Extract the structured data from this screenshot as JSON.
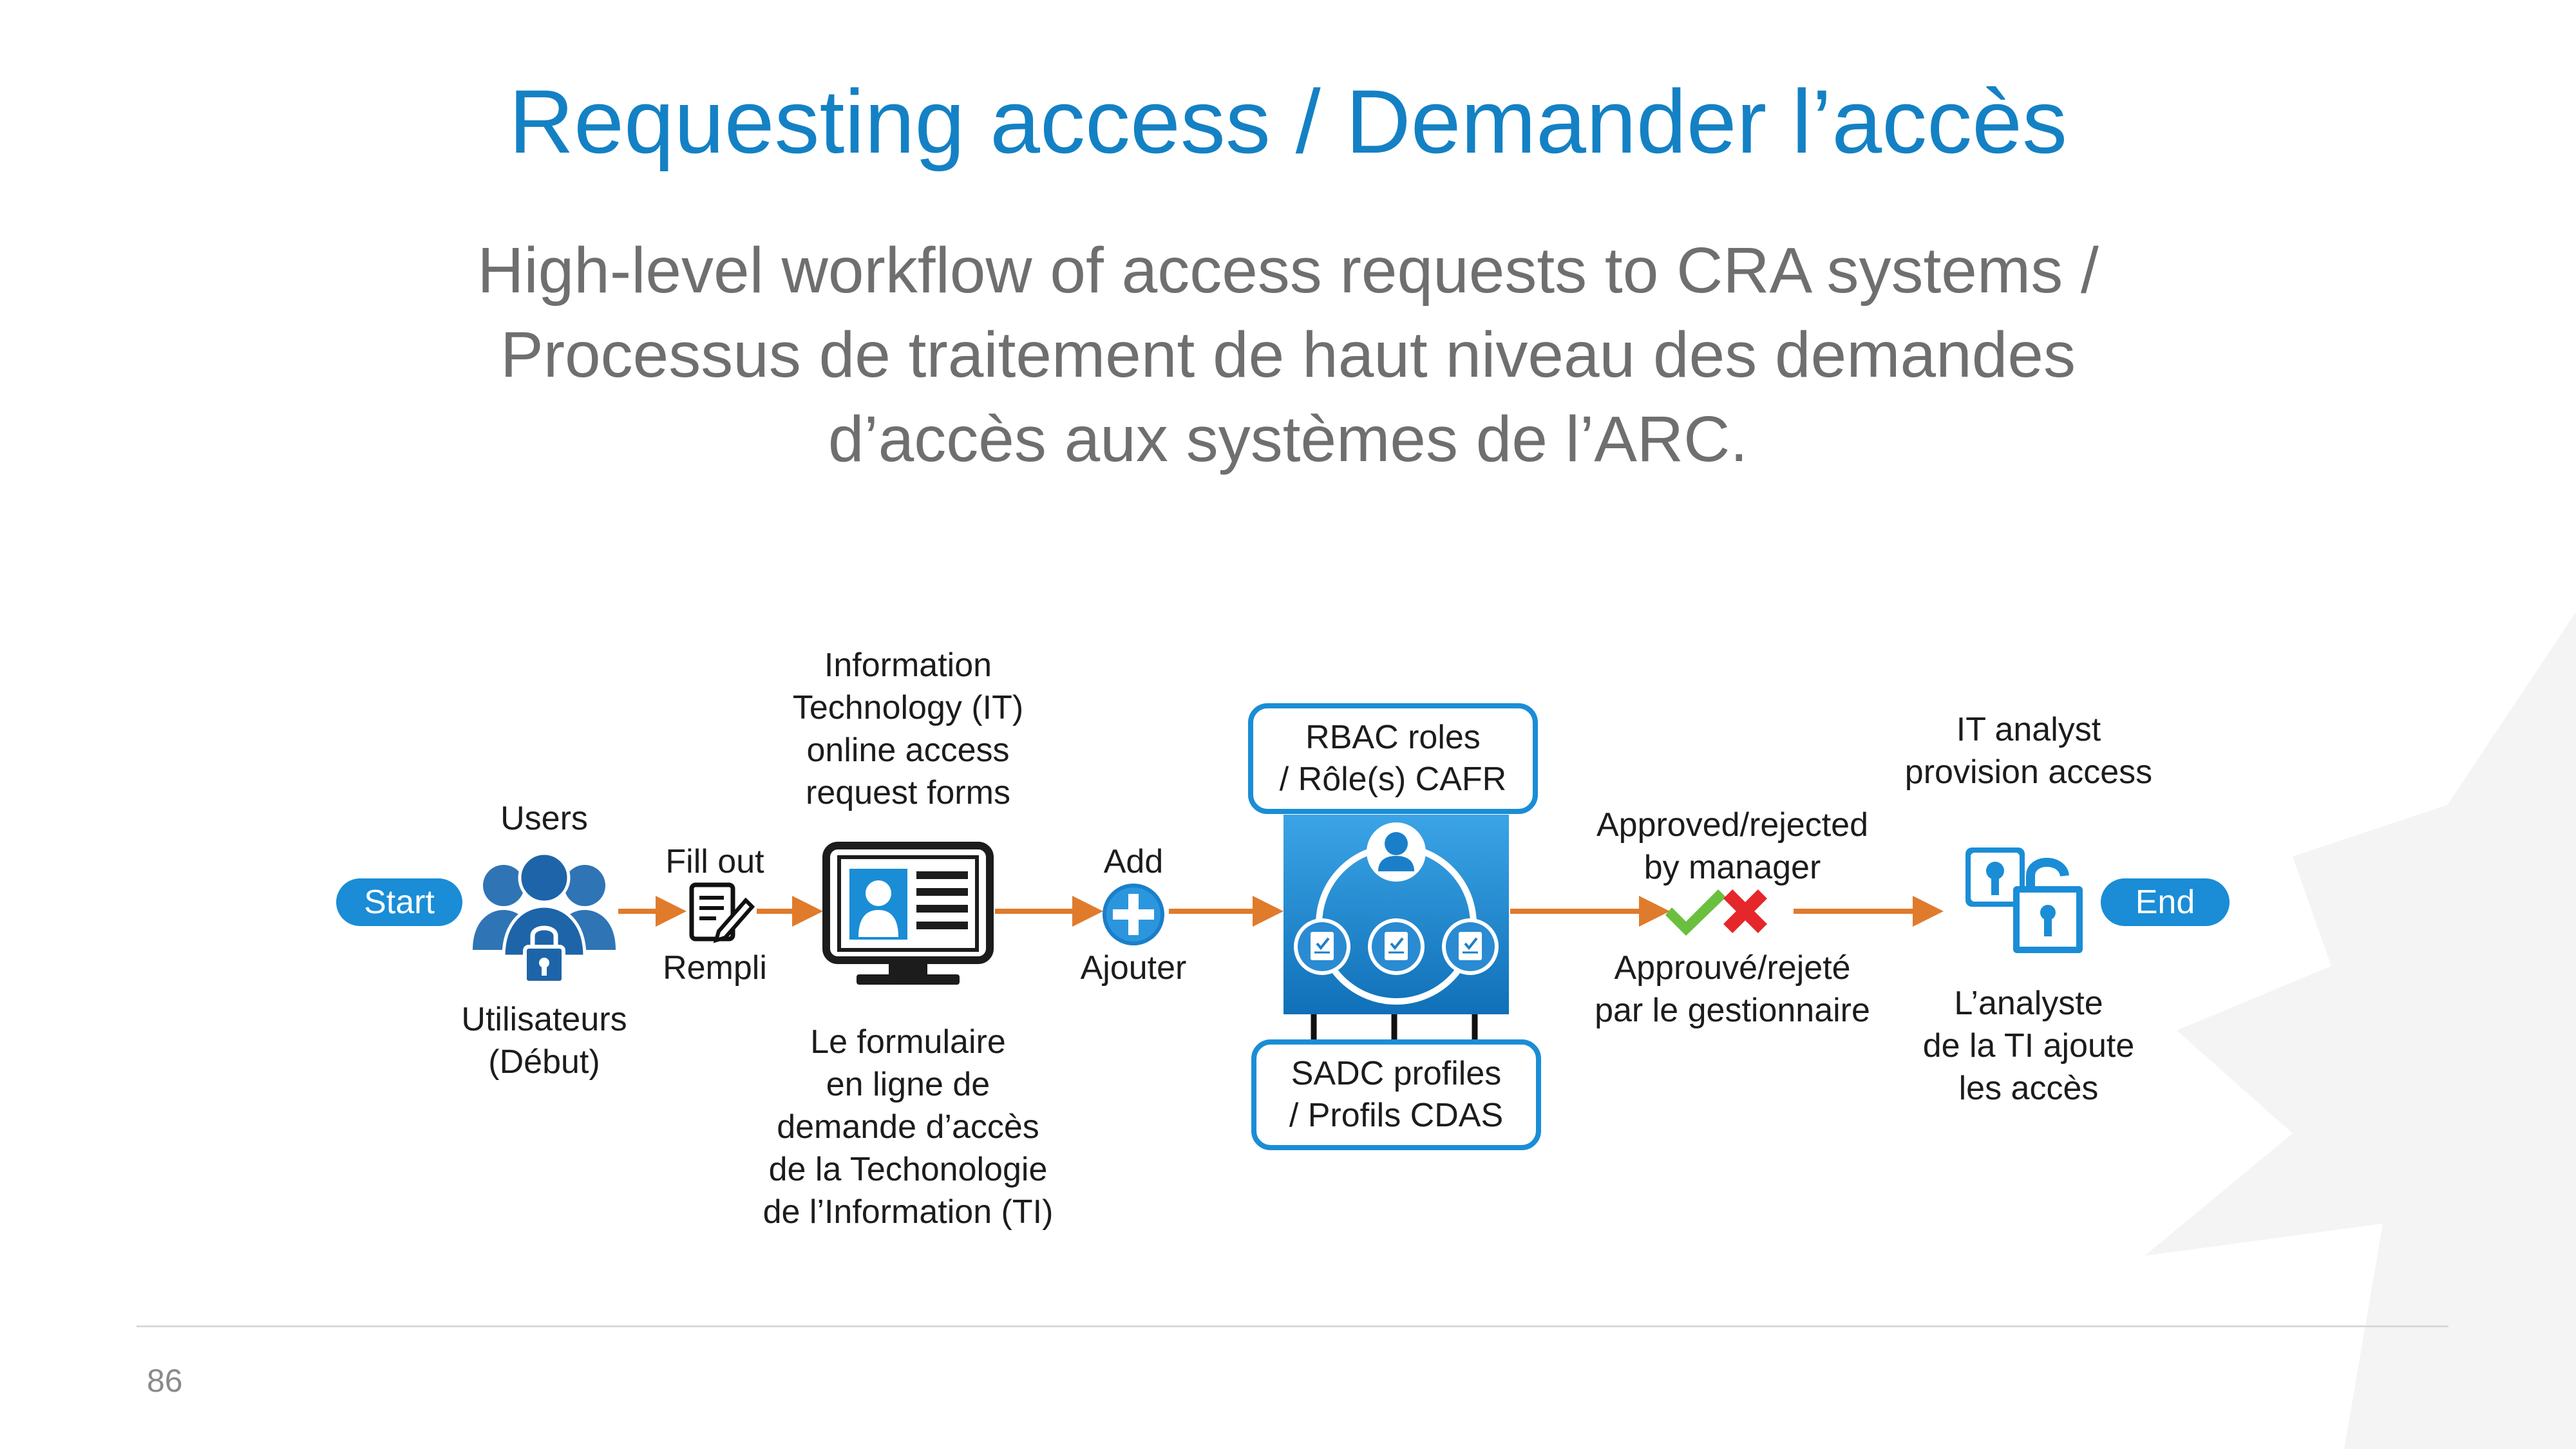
{
  "title": "Requesting access / Demander l’accès",
  "subtitle": "High-level workflow of access requests to CRA systems /\nProcessus de traitement de haut niveau des demandes\nd’accès aux systèmes de l’ARC.",
  "workflow": {
    "start_label": "Start",
    "end_label": "End",
    "users_en": "Users",
    "users_fr": "Utilisateurs\n(Début)",
    "fill_out_en": "Fill out",
    "fill_out_fr": "Rempli",
    "forms_en": "Information\nTechnology (IT)\nonline access\nrequest forms",
    "forms_fr": "Le formulaire\nen ligne de\ndemande d’accès\nde la Techonologie\nde l’Information (TI)",
    "add_en": "Add",
    "add_fr": "Ajouter",
    "rbac_roles": "RBAC roles\n/ Rôle(s) CAFR",
    "sadc_profiles": "SADC profiles\n/ Profils CDAS",
    "approved_en": "Approved/rejected\nby manager",
    "approved_fr": "Approuvé/rejeté\npar le gestionnaire",
    "it_analyst_en": "IT analyst\nprovision access",
    "it_analyst_fr": "L’analyste\nde la TI ajoute\nles accès"
  },
  "page_number": "86",
  "colors": {
    "title": "#1481c4",
    "accent_blue": "#1a8dd6",
    "arrow_orange": "#e07b2c",
    "approve_green": "#6abf3f",
    "reject_red": "#e5262a",
    "subtitle_gray": "#6f6f6f"
  }
}
